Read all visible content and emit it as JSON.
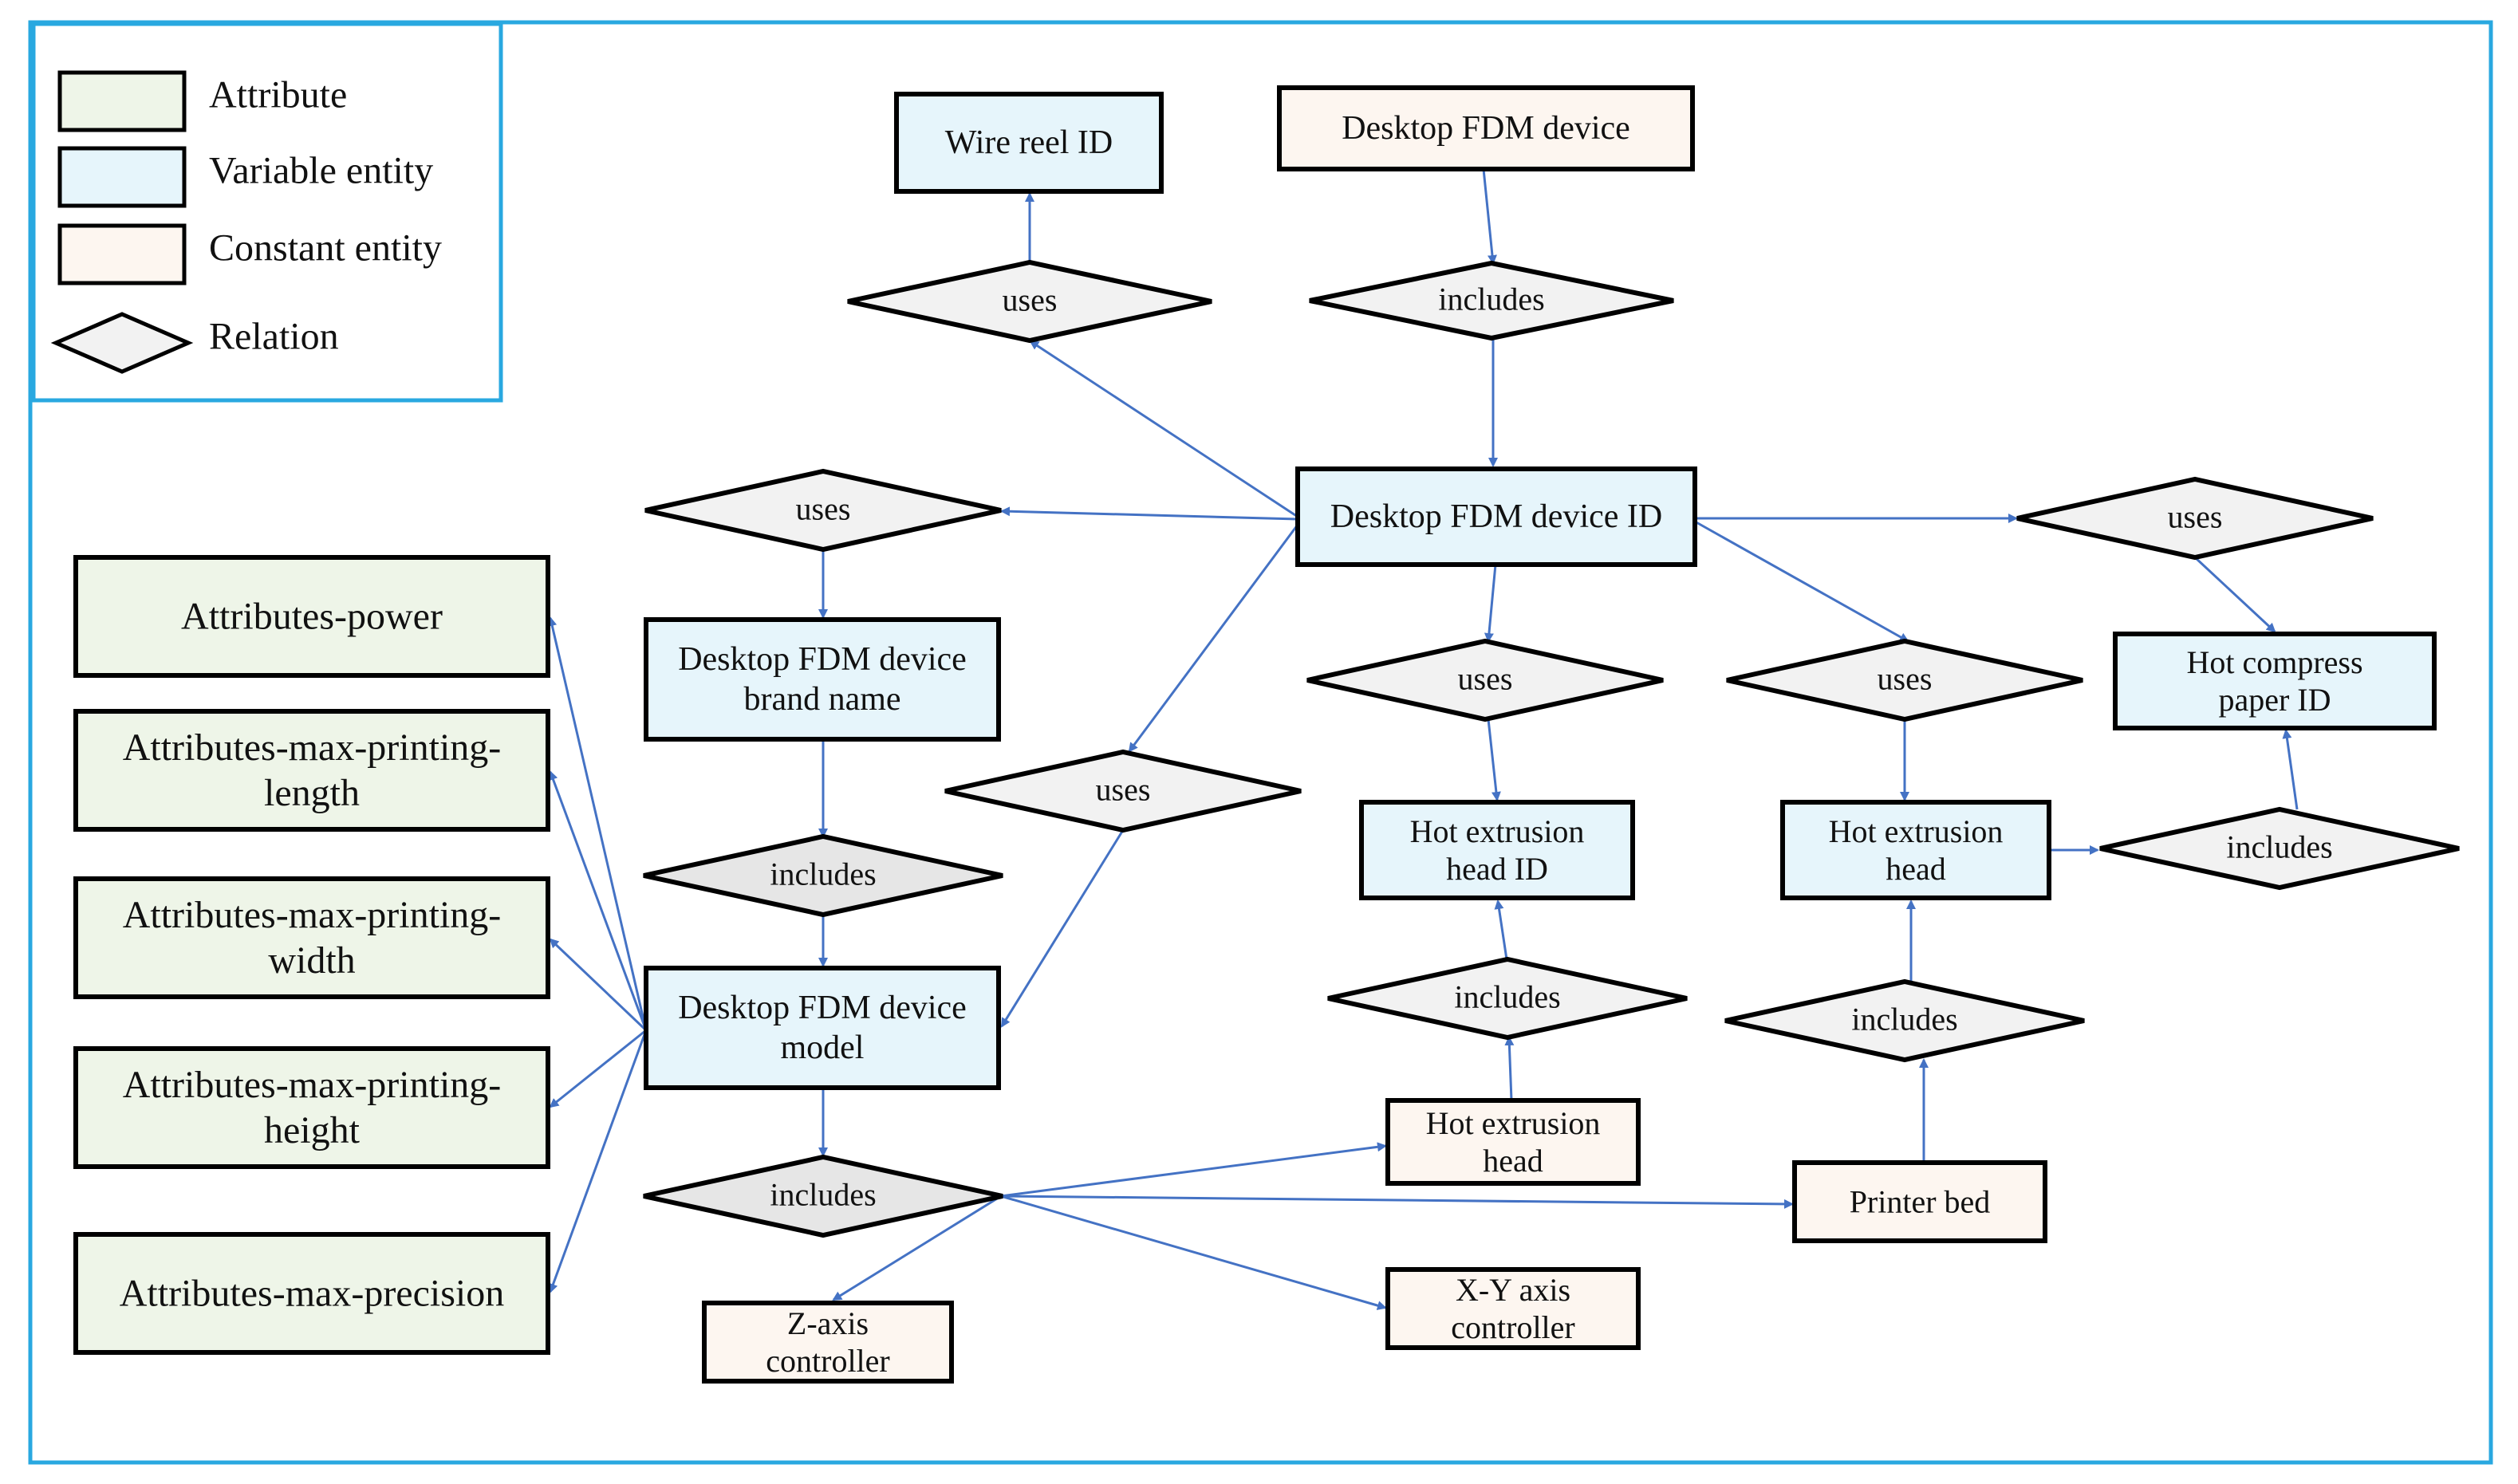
{
  "colors": {
    "frame": "#29a8e0",
    "attribute_fill": "#eef5e8",
    "variable_fill": "#e6f5fb",
    "constant_fill": "#fdf6f0",
    "relation_fill": "#f2f2f2",
    "relation_fill_dark": "#e6e6e6",
    "edge": "#4472c4",
    "stroke": "#000000"
  },
  "legend": {
    "attribute": "Attribute",
    "variable_entity": "Variable entity",
    "constant_entity": "Constant entity",
    "relation": "Relation"
  },
  "entities": {
    "wire_reel_id": [
      "Wire reel ID"
    ],
    "desktop_fdm_device": [
      "Desktop FDM device"
    ],
    "desktop_fdm_device_id": [
      "Desktop FDM device ID"
    ],
    "brand_name": [
      "Desktop FDM device",
      "brand name"
    ],
    "device_model": [
      "Desktop FDM device",
      "model"
    ],
    "hot_extrusion_head_id": [
      "Hot extrusion",
      "head ID"
    ],
    "hot_extrusion_head_var": [
      "Hot extrusion",
      "head"
    ],
    "hot_compress_paper_id": [
      "Hot compress",
      "paper ID"
    ],
    "hot_extrusion_head_const": [
      "Hot extrusion",
      "head"
    ],
    "printer_bed": [
      "Printer bed"
    ],
    "z_axis_controller": [
      "Z-axis",
      "controller"
    ],
    "xy_axis_controller": [
      "X-Y axis",
      "controller"
    ]
  },
  "attributes": {
    "power": [
      "Attributes-power"
    ],
    "max_length": [
      "Attributes-max-printing-",
      "length"
    ],
    "max_width": [
      "Attributes-max-printing-",
      "width"
    ],
    "max_height": [
      "Attributes-max-printing-",
      "height"
    ],
    "max_precision": [
      "Attributes-max-precision"
    ]
  },
  "relations": {
    "uses_wire": "uses",
    "includes_top": "includes",
    "uses_brand": "uses",
    "uses_right": "uses",
    "uses_model": "uses",
    "uses_head_id": "uses",
    "uses_head": "uses",
    "includes_brand": "includes",
    "includes_paper": "includes",
    "includes_head_id": "includes",
    "includes_bed": "includes",
    "includes_model": "includes"
  }
}
